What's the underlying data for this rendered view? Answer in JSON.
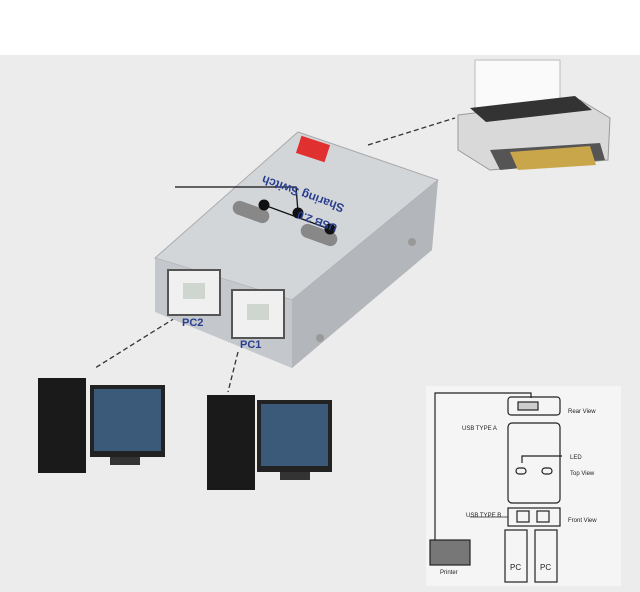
{
  "device": {
    "title": "USB 2.0",
    "subtitle": "Sharing Switch",
    "port_labels": [
      "PC2",
      "PC1"
    ],
    "label_color": "#2a3f8f"
  },
  "diagram": {
    "rear_view": "Rear View",
    "usb_type_a": "USB TYPE A",
    "led": "LED",
    "top_view": "Top View",
    "usb_type_b": "USB TYPE B",
    "front_view": "Front View",
    "printer": "Printer",
    "pc_labels": [
      "PC",
      "PC"
    ]
  }
}
